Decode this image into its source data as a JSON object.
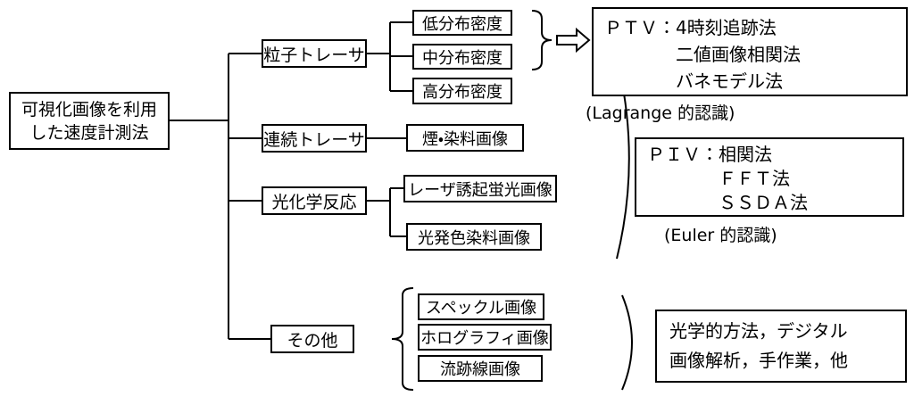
{
  "diagram": {
    "root": {
      "line1": "可視化画像を利用",
      "line2": "した速度計測法"
    },
    "branches": {
      "particle": "粒子トレーサ",
      "continuous": "連続トレーサ",
      "photochemical": "光化学反応",
      "other": "その他"
    },
    "leaves": {
      "low_density": "低分布密度",
      "mid_density": "中分布密度",
      "high_density": "高分布密度",
      "smoke_dye": "煙・染料画像",
      "laser_fluorescence": "レーザ誘起蛍光画像",
      "photochromic_dye": "光発色染料画像",
      "speckle": "スペックル画像",
      "holography": "ホログラフィ画像",
      "pathline": "流跡線画像"
    },
    "ptv": {
      "prefix": "ＰＴＶ：",
      "items": [
        "4時刻追跡法",
        "二値画像相関法",
        "バネモデル法"
      ],
      "caption": "(Lagrange 的認識)"
    },
    "piv": {
      "prefix": "ＰＩＶ：",
      "items": [
        "相関法",
        "ＦＦＴ法",
        "ＳＳＤＡ法"
      ],
      "caption": "(Euler 的認識)"
    },
    "other_methods": {
      "line1": "光学的方法，デジタル",
      "line2": "画像解析，手作業，他"
    }
  },
  "colors": {
    "background": "#ffffff",
    "line": "#000000",
    "box_border": "#000000"
  }
}
